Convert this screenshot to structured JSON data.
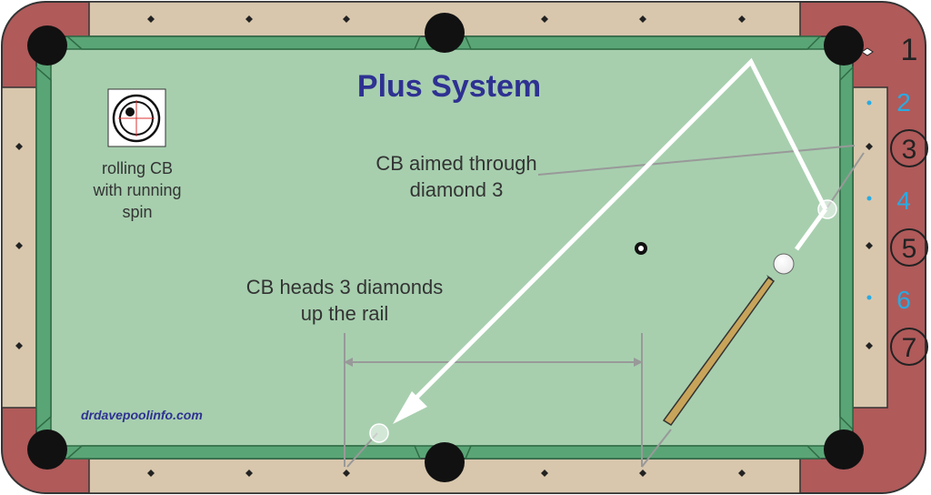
{
  "title": "Plus System",
  "credit": "drdavepoolinfo.com",
  "spin_caption": [
    "rolling CB",
    "with running",
    "spin"
  ],
  "aim_caption": [
    "CB aimed through",
    "diamond 3"
  ],
  "heads_caption": [
    "CB heads 3 diamonds",
    "up the rail"
  ],
  "diamond_numbers": [
    {
      "label": "1",
      "style": "plain"
    },
    {
      "label": "2",
      "style": "small-blue"
    },
    {
      "label": "3",
      "style": "circled"
    },
    {
      "label": "4",
      "style": "small-blue"
    },
    {
      "label": "5",
      "style": "circled"
    },
    {
      "label": "6",
      "style": "small-blue"
    },
    {
      "label": "7",
      "style": "circled"
    }
  ],
  "colors": {
    "cloth": "#a7cfae",
    "rail_cushion": "#5aa576",
    "rail_wood": "#d8c7ad",
    "corner": "#b05a5a",
    "pocket": "#111111",
    "path": "#ffffff",
    "guide": "#999999",
    "title": "#2e3192",
    "blue_number": "#29abe2",
    "cue_stick": "#c8a45a"
  }
}
